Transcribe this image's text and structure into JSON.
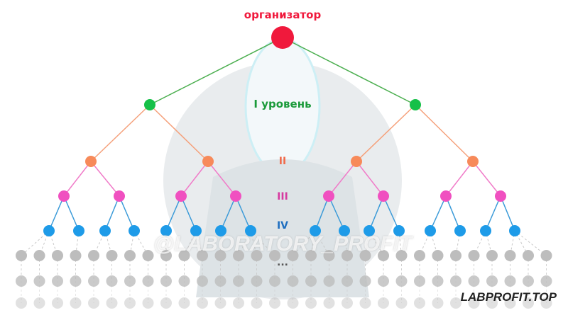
{
  "title": "организатор",
  "levels": [
    {
      "label": "I уровень",
      "color": "#1a9a3a"
    },
    {
      "label": "II",
      "color": "#f06a4a"
    },
    {
      "label": "III",
      "color": "#d63aa0"
    },
    {
      "label": "IV",
      "color": "#1f6fc0"
    }
  ],
  "ellipsis": "...",
  "watermark": "@LABORATORY_PROFIT",
  "brand": "LABPROFIT.TOP",
  "colors": {
    "root": "#f0193c",
    "level1": "#16c048",
    "level2": "#f78a5a",
    "level3": "#f050c0",
    "level4": "#1e9be8",
    "gray": "#bdbdbd",
    "edge1": "#4caf50",
    "edge2": "#f5a07a",
    "edge3": "#f07ac8",
    "edge4": "#3a9ad8"
  }
}
